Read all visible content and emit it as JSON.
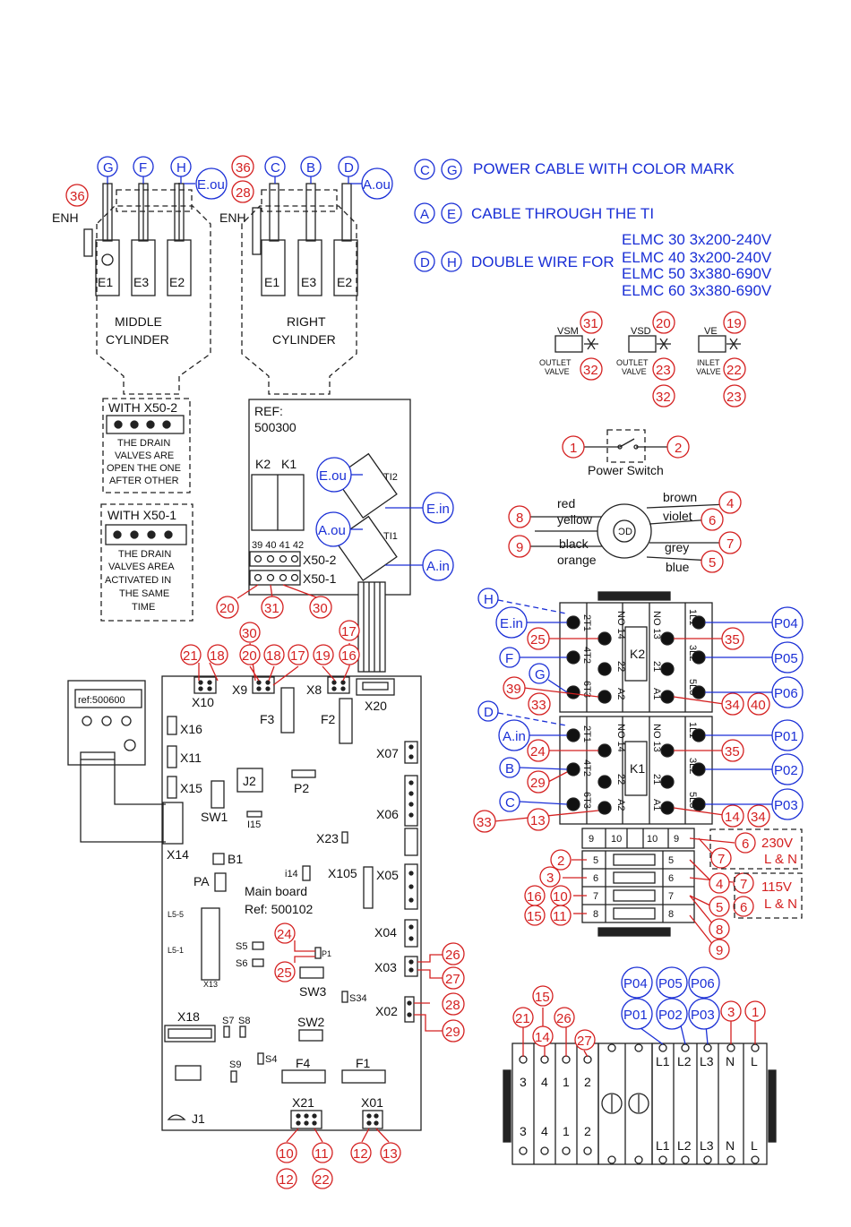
{
  "colors": {
    "red": "#d42020",
    "blue": "#1a2fd6",
    "line": "#222222"
  },
  "legend": {
    "power_cable": "POWER CABLE WITH COLOR MARK",
    "through_ti": "CABLE THROUGH THE TI",
    "double_wire": "DOUBLE WIRE FOR",
    "models": [
      "ELMC 30 3x200-240V",
      "ELMC 40 3x200-240V",
      "ELMC 50 3x380-690V",
      "ELMC 60 3x380-690V"
    ],
    "keys_1": [
      "C",
      "G"
    ],
    "keys_2": [
      "A",
      "E"
    ],
    "keys_3": [
      "D",
      "H"
    ]
  },
  "cylinders": {
    "middle": {
      "label_1": "MIDDLE",
      "label_2": "CYLINDER",
      "top": [
        "G",
        "F",
        "H"
      ],
      "outlet": "E.ou",
      "enh": "ENH",
      "enh_ref": "36",
      "electrodes": [
        "E1",
        "E3",
        "E2"
      ]
    },
    "right": {
      "label_1": "RIGHT",
      "label_2": "CYLINDER",
      "top": [
        "C",
        "B",
        "D"
      ],
      "outlet": "A.ou",
      "enh": "ENH",
      "enh_refs": [
        "36",
        "28"
      ],
      "electrodes": [
        "E1",
        "E3",
        "E2"
      ]
    }
  },
  "drain_notes": {
    "x50_2": {
      "title": "WITH X50-2",
      "lines": [
        "THE DRAIN",
        "VALVES ARE",
        "OPEN THE ONE",
        "AFTER OTHER"
      ]
    },
    "x50_1": {
      "title": "WITH X50-1",
      "lines": [
        "THE DRAIN",
        "VALVES AREA",
        "ACTIVATED IN",
        "THE SAME",
        "TIME"
      ]
    }
  },
  "ref_board": {
    "ref_1": "REF:",
    "ref_2": "500300",
    "relays": [
      "K2",
      "K1"
    ],
    "ti": [
      "TI2",
      "TI1"
    ],
    "eou": "E.ou",
    "ein": "E.in",
    "aou": "A.ou",
    "ain": "A.in",
    "pins": "39 40 41 42",
    "x50_2": "X50-2",
    "x50_1": "X50-1",
    "bottom": [
      "20",
      "31",
      "30"
    ]
  },
  "valves": [
    {
      "name": "VSM",
      "desc_1": "OUTLET",
      "desc_2": "VALVE",
      "refs": [
        "31",
        "32"
      ]
    },
    {
      "name": "VSD",
      "desc_1": "OUTLET",
      "desc_2": "VALVE",
      "refs": [
        "20",
        "23",
        "32"
      ]
    },
    {
      "name": "VE",
      "desc_1": "INLET",
      "desc_2": "VALVE",
      "refs": [
        "19",
        "22",
        "23"
      ]
    }
  ],
  "power_switch": {
    "label": "Power Switch",
    "refs": [
      "1",
      "2"
    ]
  },
  "transformer": {
    "left": [
      "red",
      "yellow",
      "black",
      "orange"
    ],
    "right": [
      "brown",
      "violet",
      "grey",
      "blue"
    ],
    "refs_left": [
      "8",
      "9"
    ],
    "refs_right": [
      "4",
      "6",
      "7",
      "5"
    ]
  },
  "contactors": {
    "k2": {
      "name": "K2",
      "letters": [
        "H",
        "E.in",
        "F",
        "G"
      ],
      "left_refs": [
        "25",
        "39",
        "33"
      ],
      "right_refs": [
        "35",
        "34",
        "40"
      ],
      "p": [
        "P04",
        "P05",
        "P06"
      ]
    },
    "k1": {
      "name": "K1",
      "letters": [
        "D",
        "A.in",
        "B",
        "C"
      ],
      "left_refs": [
        "24",
        "29",
        "33",
        "13"
      ],
      "right_refs": [
        "35",
        "14",
        "34"
      ],
      "p": [
        "P01",
        "P02",
        "P03"
      ]
    },
    "left_terms": [
      "2T1",
      "4T2",
      "6T3"
    ],
    "mid_terms": [
      "NO 14",
      "22",
      "A2"
    ],
    "mid_terms_r": [
      "NO 13",
      "21",
      "A1"
    ],
    "right_terms": [
      "1L1",
      "3L2",
      "5L3"
    ]
  },
  "fuse_block": {
    "rows": [
      "9",
      "10",
      "5",
      "6",
      "7",
      "8"
    ],
    "left_refs": [
      "2",
      "3",
      "16",
      "10",
      "15",
      "11"
    ],
    "right_refs": [
      "6",
      "7",
      "4",
      "7",
      "5",
      "6",
      "8",
      "9"
    ],
    "v230": "230V",
    "v115": "115V",
    "ln": "L & N"
  },
  "main_board": {
    "title_1": "Main board",
    "title_2": "Ref: 500102",
    "connectors": [
      "X10",
      "X9",
      "X8",
      "X20",
      "X16",
      "X11",
      "X15",
      "X14",
      "X07",
      "X06",
      "X23",
      "X105",
      "X05",
      "X04",
      "X03",
      "X02",
      "X18",
      "X21",
      "X01",
      "X13"
    ],
    "fuses": [
      "F3",
      "F2",
      "F4",
      "F1"
    ],
    "parts": [
      "J2",
      "P2",
      "SW1",
      "I15",
      "B1",
      "PA",
      "i14",
      "L5-5",
      "L5-1",
      "S5",
      "S6",
      "P1",
      "SW3",
      "S34",
      "SW2",
      "S7",
      "S8",
      "S4",
      "S9",
      "J1"
    ],
    "top_refs": [
      "21",
      "18",
      "30",
      "20",
      "18",
      "17",
      "19",
      "16",
      "17"
    ],
    "side_refs": [
      "24",
      "25",
      "26",
      "27",
      "28",
      "29"
    ],
    "bottom_refs": [
      "10",
      "11",
      "12",
      "22",
      "12",
      "13"
    ]
  },
  "display": {
    "ref": "ref:500600",
    "x14": "X14"
  },
  "terminal_block": {
    "top_refs": [
      "21",
      "15",
      "14",
      "26",
      "27"
    ],
    "p_top": [
      "P04",
      "P05",
      "P06"
    ],
    "p_bottom": [
      "P01",
      "P02",
      "P03"
    ],
    "small_refs": [
      "3",
      "1"
    ],
    "labels": [
      "3",
      "4",
      "1",
      "2"
    ],
    "lines": [
      "L1",
      "L2",
      "L3",
      "N",
      "L"
    ]
  }
}
